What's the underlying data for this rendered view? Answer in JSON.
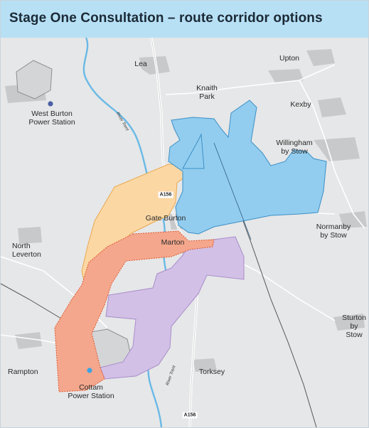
{
  "header": {
    "title": "Stage One Consultation – route corridor options"
  },
  "places": {
    "lea": "Lea",
    "upton": "Upton",
    "knaith_park": "Knaith\nPark",
    "kexby": "Kexby",
    "west_burton": "West Burton\nPower Station",
    "willingham": "Willingham\nby Stow",
    "gate_burton": "Gate Burton",
    "marton": "Marton",
    "normanby": "Normanby\nby Stow",
    "north_leverton": "North\nLeverton",
    "sturton": "Sturton\nby Stow",
    "rampton": "Rampton",
    "torksey": "Torksey",
    "cottam": "Cottam\nPower Station"
  },
  "roads": {
    "a156_north": "A156",
    "a156_south": "A156"
  },
  "rivers": {
    "trent_north": "River Trent",
    "trent_south": "River Trent"
  },
  "colors": {
    "title_bar": "#b7e0f5",
    "corridor_blue": "#92cdef",
    "corridor_orange": "#fbd7a4",
    "corridor_red": "#f4a78c",
    "corridor_purple": "#d2c0e6",
    "river": "#6ab9e6",
    "settlement": "#c8c9cb",
    "power_station_marker": "#4a5fa6"
  }
}
